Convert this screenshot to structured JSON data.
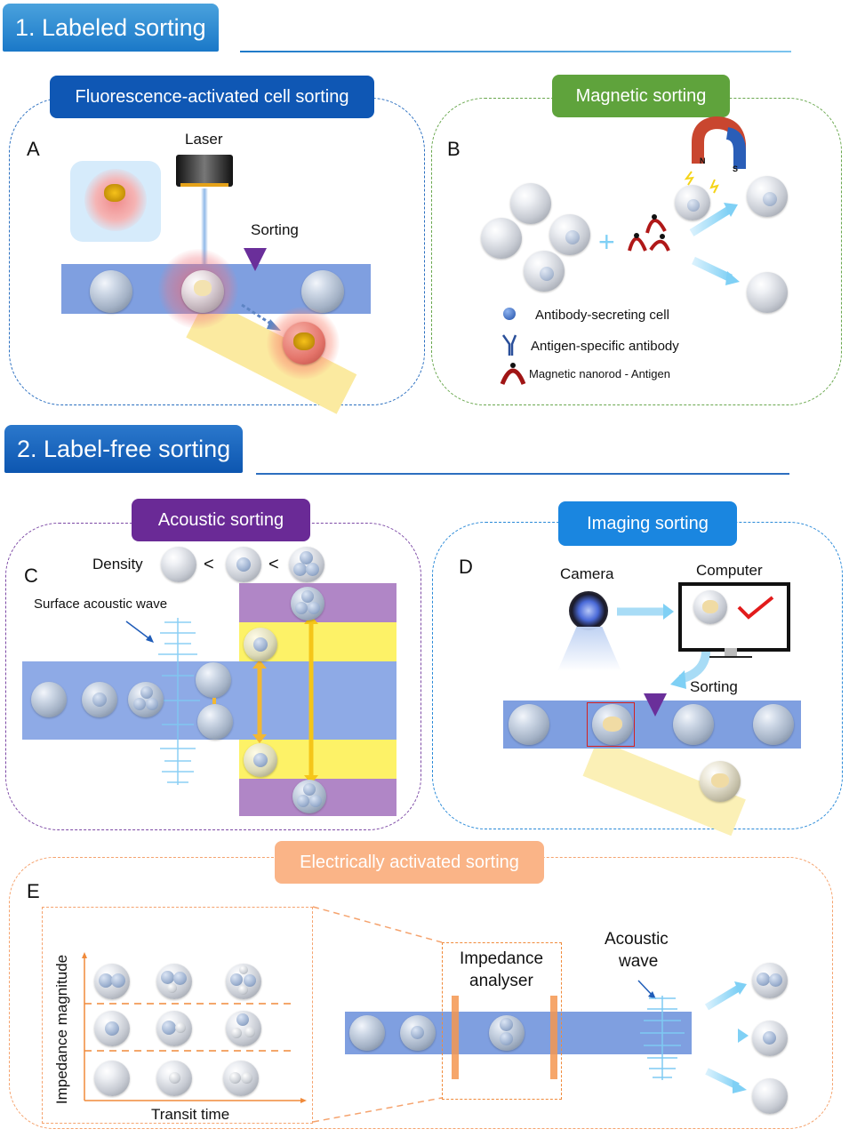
{
  "sections": [
    {
      "title": "1. Labeled sorting"
    },
    {
      "title": "2. Label-free sorting"
    }
  ],
  "panels": {
    "A": {
      "letter": "A",
      "title": "Fluorescence-activated cell sorting",
      "color": "#0f57b4",
      "border_color": "#2a6fc0",
      "labels": {
        "laser": "Laser",
        "sorting": "Sorting"
      }
    },
    "B": {
      "letter": "B",
      "title": "Magnetic sorting",
      "color": "#5fa33c",
      "border_color": "#6aa84f",
      "magnet_poles": {
        "north": "N",
        "south": "S"
      },
      "legend": [
        {
          "icon": "blue-sphere-icon",
          "text": "Antibody-secreting cell"
        },
        {
          "icon": "antibody-icon",
          "text": "Antigen-specific antibody"
        },
        {
          "icon": "nanorod-icon",
          "text": "Magnetic  nanorod - Antigen"
        }
      ],
      "plus_sign": "+"
    },
    "C": {
      "letter": "C",
      "title": "Acoustic sorting",
      "color": "#6a2a96",
      "border_color": "#7d4aa6",
      "density_label": "Density",
      "lt": "<",
      "wave_label": "Surface acoustic wave"
    },
    "D": {
      "letter": "D",
      "title": "Imaging sorting",
      "color": "#1a86e0",
      "border_color": "#2a8ad8",
      "labels": {
        "camera": "Camera",
        "computer": "Computer",
        "sorting": "Sorting"
      }
    },
    "E": {
      "letter": "E",
      "title": "Electrically activated sorting",
      "color": "#fab487",
      "border_color": "#f5a36e",
      "y_axis": "Impedance magnitude",
      "x_axis": "Transit time",
      "analyser": "Impedance\nanalyser",
      "analyser_line1": "Impedance",
      "analyser_line2": "analyser",
      "wave_line1": "Acoustic",
      "wave_line2": "wave"
    }
  }
}
